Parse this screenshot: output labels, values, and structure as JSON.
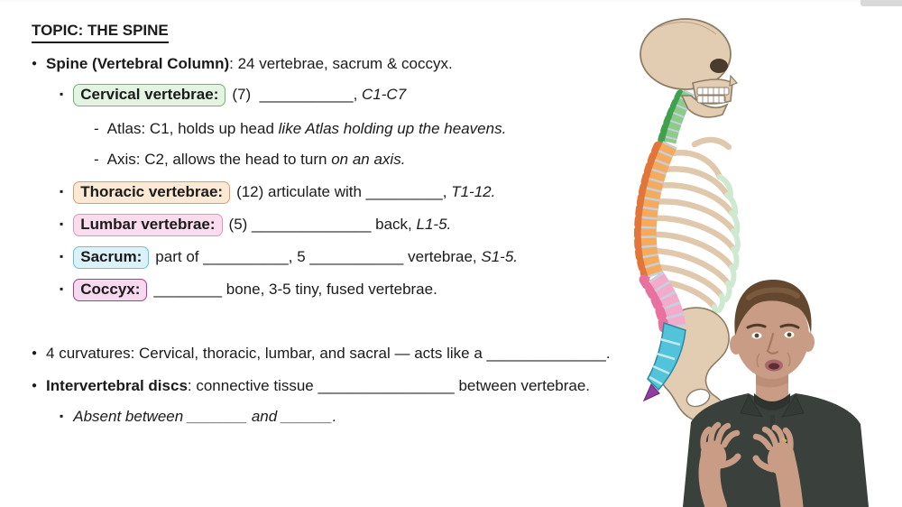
{
  "header": {
    "topic_label": "TOPIC:",
    "topic_title": " THE SPINE"
  },
  "markers": {
    "dot": "●",
    "square": "▪",
    "dash": "-"
  },
  "lines": {
    "spine": {
      "bold": "Spine (Vertebral Column)",
      "rest": ": 24 vertebrae, sacrum & coccyx."
    },
    "cervical": {
      "term": "Cervical vertebrae:",
      "mid": "(7)  ___________, ",
      "italic": "C1-C7"
    },
    "atlas": {
      "pre": "Atlas: C1, holds up head ",
      "italic": "like Atlas holding up the heavens."
    },
    "axis": {
      "pre": "Axis: C2, allows the head to turn ",
      "italic": "on an axis."
    },
    "thoracic": {
      "term": "Thoracic vertebrae:",
      "mid": "(12) articulate with _________, ",
      "italic": "T1-12."
    },
    "lumbar": {
      "term": "Lumbar vertebrae:",
      "mid": "(5) ______________ back, ",
      "italic": "L1-5."
    },
    "sacrum": {
      "term": "Sacrum:",
      "mid": "part of __________, 5 ___________ vertebrae, ",
      "italic": "S1-5."
    },
    "coccyx": {
      "term": "Coccyx:",
      "mid": "________ bone, 3-5 tiny, fused vertebrae."
    },
    "curvatures": {
      "text": "4 curvatures: Cervical, thoracic, lumbar, and sacral — acts like a ______________."
    },
    "discs": {
      "bold": "Intervertebral discs",
      "rest": ": connective tissue ________________ between vertebrae."
    },
    "absent": {
      "italic": "Absent between _______ and ______."
    }
  },
  "colors": {
    "text": "#1b1b1b",
    "cervical_fill": "#e3f4e3",
    "cervical_border": "#67b96b",
    "thoracic_fill": "#fbe9d6",
    "thoracic_border": "#e39a66",
    "lumbar_fill": "#fadded",
    "lumbar_border": "#e690c0",
    "sacrum_fill": "#dbf2f8",
    "sacrum_border": "#5ec6de",
    "coccyx_fill": "#f6d9ee",
    "coccyx_border": "#aa3a92",
    "bone": "#e3cdb2",
    "bone_outline": "#8d7c66",
    "cervical_bone": "#8ccb8a",
    "cervical_process": "#41a04f",
    "thoracic_bone": "#f4ab5e",
    "thoracic_process": "#e2763a",
    "lumbar_bone": "#f5aacb",
    "lumbar_process": "#e9719f",
    "sacrum_bone": "#53c3da",
    "sacrum_line": "#bfeaf2",
    "coccyx_bone": "#8d3e9e",
    "disc": "#c6cfdc",
    "rib": "#dfc8ab",
    "cartilage": "#cfe9d1",
    "skin": "#c99d85",
    "skin_shadow": "#b08268",
    "hair": "#63482f",
    "shirt": "#3a403b"
  }
}
